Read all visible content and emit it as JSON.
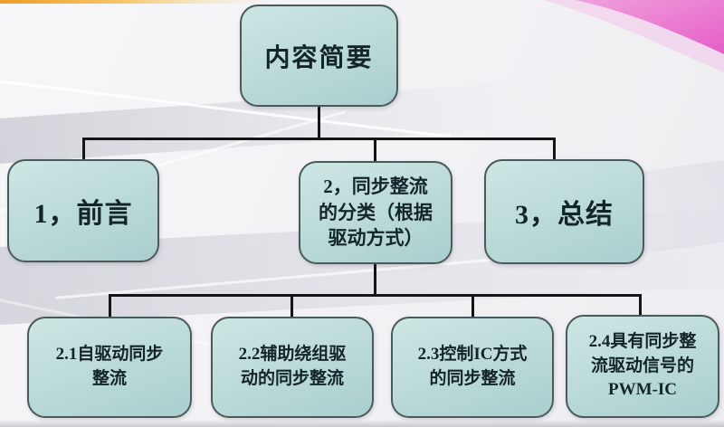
{
  "slide": {
    "type": "presentation-slide",
    "diagram_kind": "hierarchy-flowchart",
    "colors": {
      "background": "#f3f2f5",
      "box_fill": "#b9d9d7",
      "box_border": "#49595c",
      "box_text": "#13242a",
      "connector": "#151515",
      "accent_orange": "#ef9d24",
      "accent_pink": "#e868c9"
    }
  },
  "diagram": {
    "root": {
      "text": "内容简要",
      "lines": [
        "内容简要"
      ]
    },
    "level1": [
      {
        "text": "1，前言",
        "lines": [
          "1，前言"
        ]
      },
      {
        "text": "2，同步整流的分类（根据驱动方式）",
        "lines": [
          "2，同步整流",
          "的分类（根据",
          "驱动方式）"
        ]
      },
      {
        "text": "3，总结",
        "lines": [
          "3，总结"
        ]
      }
    ],
    "level2": [
      {
        "text": "2.1自驱动同步整流",
        "lines": [
          "2.1自驱动同步",
          "整流"
        ]
      },
      {
        "text": "2.2辅助绕组驱动的同步整流",
        "lines": [
          "2.2辅助绕组驱",
          "动的同步整流"
        ]
      },
      {
        "text": "2.3控制IC方式的同步整流",
        "lines": [
          "2.3控制IC方式",
          "的同步整流"
        ]
      },
      {
        "text": "2.4具有同步整流驱动信号的PWM-IC",
        "lines": [
          "2.4具有同步整",
          "流驱动信号的",
          "PWM-IC"
        ]
      }
    ]
  }
}
